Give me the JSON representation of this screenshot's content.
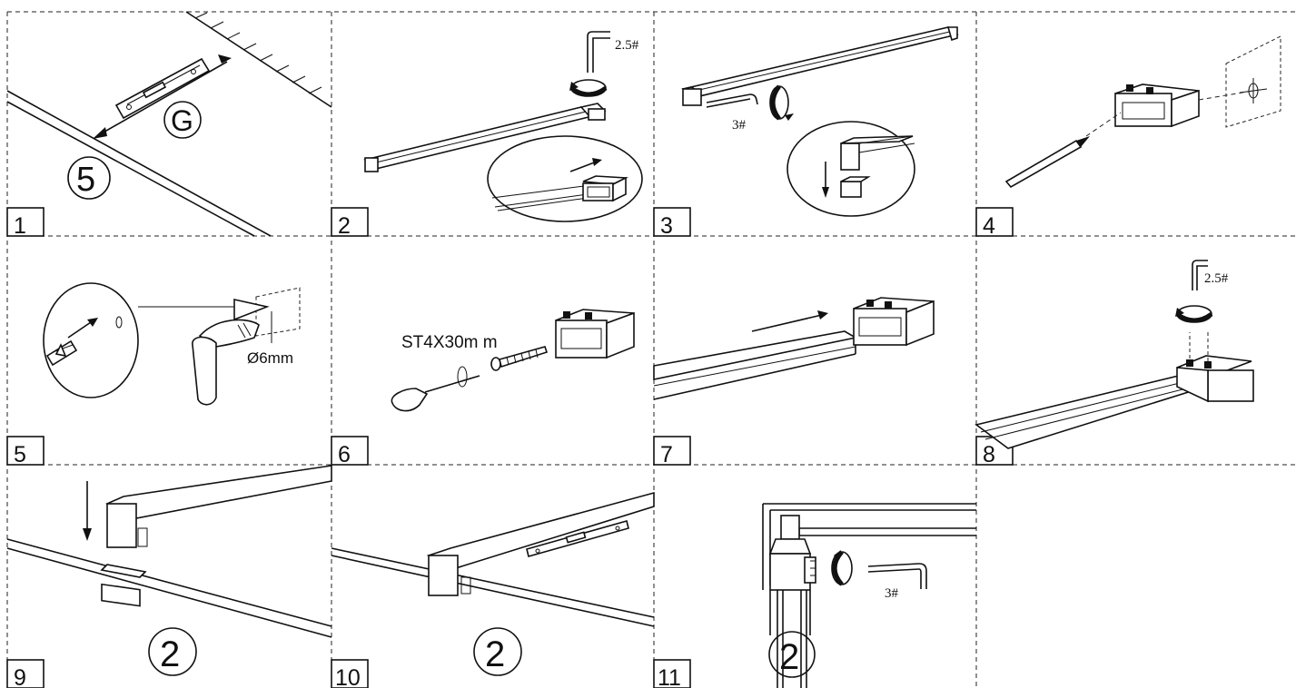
{
  "panels": [
    {
      "step": "1",
      "labels": [
        "G",
        "5"
      ]
    },
    {
      "step": "2",
      "labels": [
        "2.5#"
      ]
    },
    {
      "step": "3",
      "labels": [
        "3#"
      ]
    },
    {
      "step": "4",
      "labels": []
    },
    {
      "step": "5",
      "labels": [
        "Ø6mm"
      ]
    },
    {
      "step": "6",
      "labels": [
        "ST4X30m  m"
      ]
    },
    {
      "step": "7",
      "labels": []
    },
    {
      "step": "8",
      "labels": [
        "2.5#"
      ]
    },
    {
      "step": "9",
      "labels": [
        "2"
      ]
    },
    {
      "step": "10",
      "labels": [
        "2"
      ]
    },
    {
      "step": "11",
      "labels": [
        "3#",
        "2"
      ]
    }
  ],
  "colors": {
    "ink": "#111111",
    "paper": "#ffffff"
  }
}
